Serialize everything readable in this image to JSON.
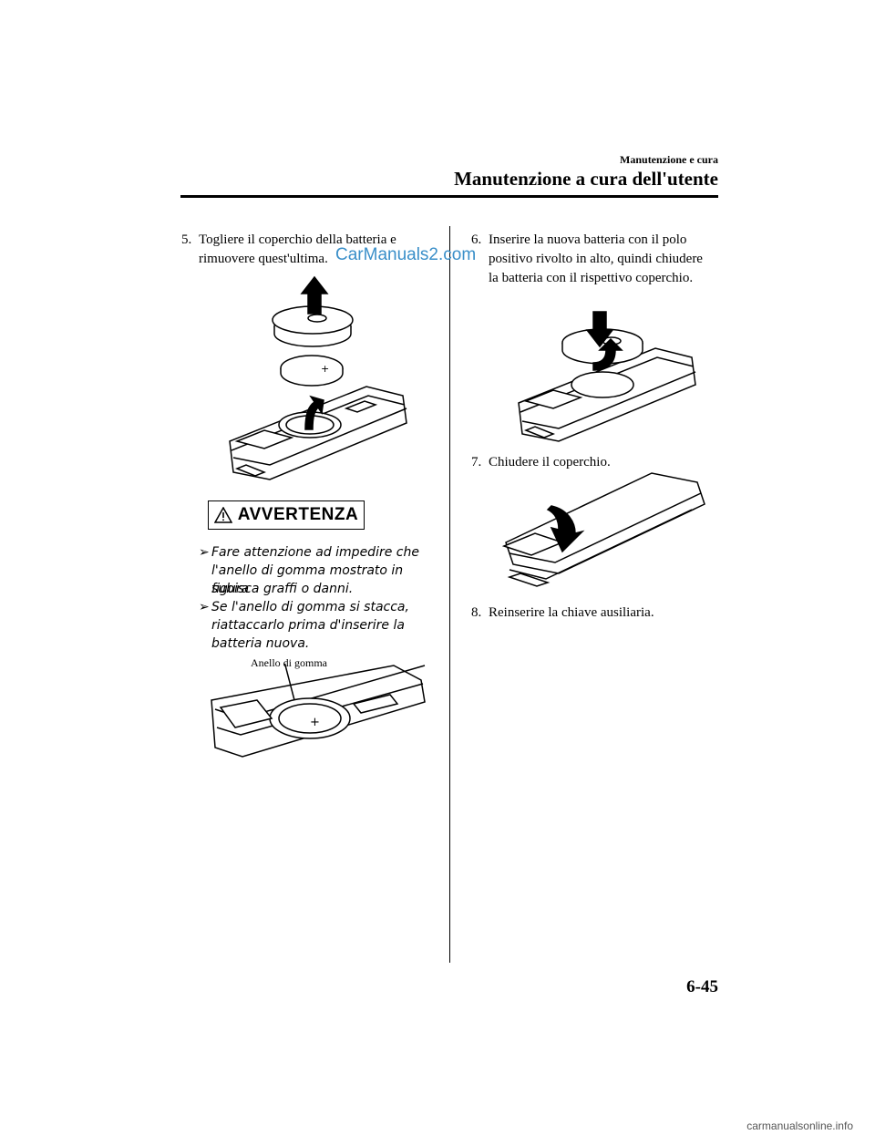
{
  "header": {
    "section_small": "Manutenzione e cura",
    "section_big": "Manutenzione a cura dell'utente"
  },
  "left": {
    "step5": {
      "num": "5.",
      "line1": "Togliere il coperchio della batteria e",
      "line2": "rimuovere quest'ultima."
    },
    "warning": {
      "title": "AVVERTENZA",
      "bullets": [
        [
          "Fare attenzione ad impedire che",
          "l'anello di gomma mostrato in figura",
          "subisca graffi o danni."
        ],
        [
          "Se l'anello di gomma si stacca,",
          "riattaccarlo prima d'inserire la",
          "batteria nuova."
        ]
      ]
    },
    "callout": "Anello di gomma"
  },
  "right": {
    "step6": {
      "num": "6.",
      "line1": "Inserire la nuova batteria con il polo",
      "line2": "positivo rivolto in alto, quindi chiudere",
      "line3": "la batteria con il rispettivo coperchio."
    },
    "step7": {
      "num": "7.",
      "text": "Chiudere il coperchio."
    },
    "step8": {
      "num": "8.",
      "text": "Reinserire la chiave ausiliaria."
    }
  },
  "watermark": "CarManuals2.com",
  "page_number": "6-45",
  "footer": "carmanualsonline.info"
}
